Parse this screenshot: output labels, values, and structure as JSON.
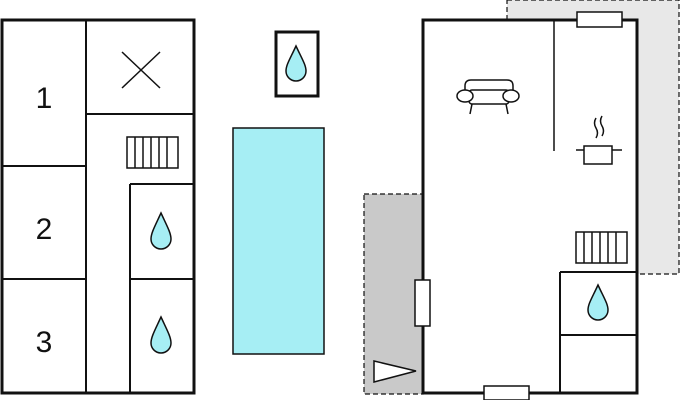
{
  "bedrooms": [
    {
      "label": "1"
    },
    {
      "label": "2"
    },
    {
      "label": "3"
    }
  ],
  "icons": {
    "cross": "x-mark-icon",
    "radiator": "radiator-icon",
    "water": "water-drop-icon",
    "sofa": "sofa-icon",
    "kitchen": "cooking-pot-icon",
    "door": "door-icon",
    "terrace_arrow": "triangle-arrow-icon"
  },
  "colors": {
    "wall": "#111111",
    "pool": "#a6eef4",
    "terrace_dark": "#c9c9c9",
    "terrace_light": "#e8e8e8",
    "water": "#a6eef4"
  }
}
